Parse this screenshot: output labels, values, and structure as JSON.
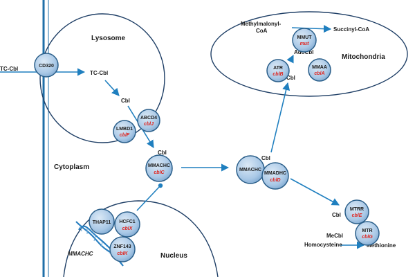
{
  "compartments": {
    "lysosome": "Lysosome",
    "cytoplasm": "Cytoplasm",
    "nucleus": "Nucleus",
    "mitochondria": "Mitochondria"
  },
  "proteins": {
    "cd320": {
      "name": "CD320"
    },
    "lmbd1": {
      "name": "LMBD1",
      "gene": "cblF"
    },
    "abcd4": {
      "name": "ABCD4",
      "gene": "cblJ"
    },
    "mmachc_cyto": {
      "name": "MMACHC",
      "gene": "cblC"
    },
    "mmachc_complex": {
      "name": "MMACHC"
    },
    "mmadhc": {
      "name": "MMADHC",
      "gene": "cblD"
    },
    "thap11": {
      "name": "THAP11"
    },
    "hcfc1": {
      "name": "HCFC1",
      "gene": "cblX"
    },
    "znf143": {
      "name": "ZNF143",
      "gene": "cblK"
    },
    "atr": {
      "name": "ATR",
      "gene": "cblB"
    },
    "mmut": {
      "name": "MMUT",
      "gene": "mut"
    },
    "mmaa": {
      "name": "MMAA",
      "gene": "cblA"
    },
    "mtrr": {
      "name": "MTRR",
      "gene": "cblE"
    },
    "mtr": {
      "name": "MTR",
      "gene": "cblG"
    }
  },
  "labels": {
    "tc_cbl_outside": "TC-Cbl",
    "tc_cbl_lysosome": "TC-Cbl",
    "cbl_lysosome": "Cbl",
    "cbl_cyto": "Cbl",
    "cbl_complex": "Cbl",
    "cbl_mito": "Cbl",
    "adocbl": "AdoCbl",
    "methylmalonyl_coa_1": "Methylmalonyl-",
    "methylmalonyl_coa_2": "CoA",
    "succinyl_coa": "Succinyl-CoA",
    "cbl_mtrr": "Cbl",
    "mecbl": "MeCbl",
    "homocysteine": "Homocysteine",
    "methionine": "Methionine",
    "mmachc_gene": "MMACHC"
  },
  "colors": {
    "membrane": "#1f6fa8",
    "arrow": "#1f7fbf",
    "circle_fill": "#a9c8e6",
    "circle_stroke": "#2b5f8a",
    "gene_text": "#e0211b"
  }
}
